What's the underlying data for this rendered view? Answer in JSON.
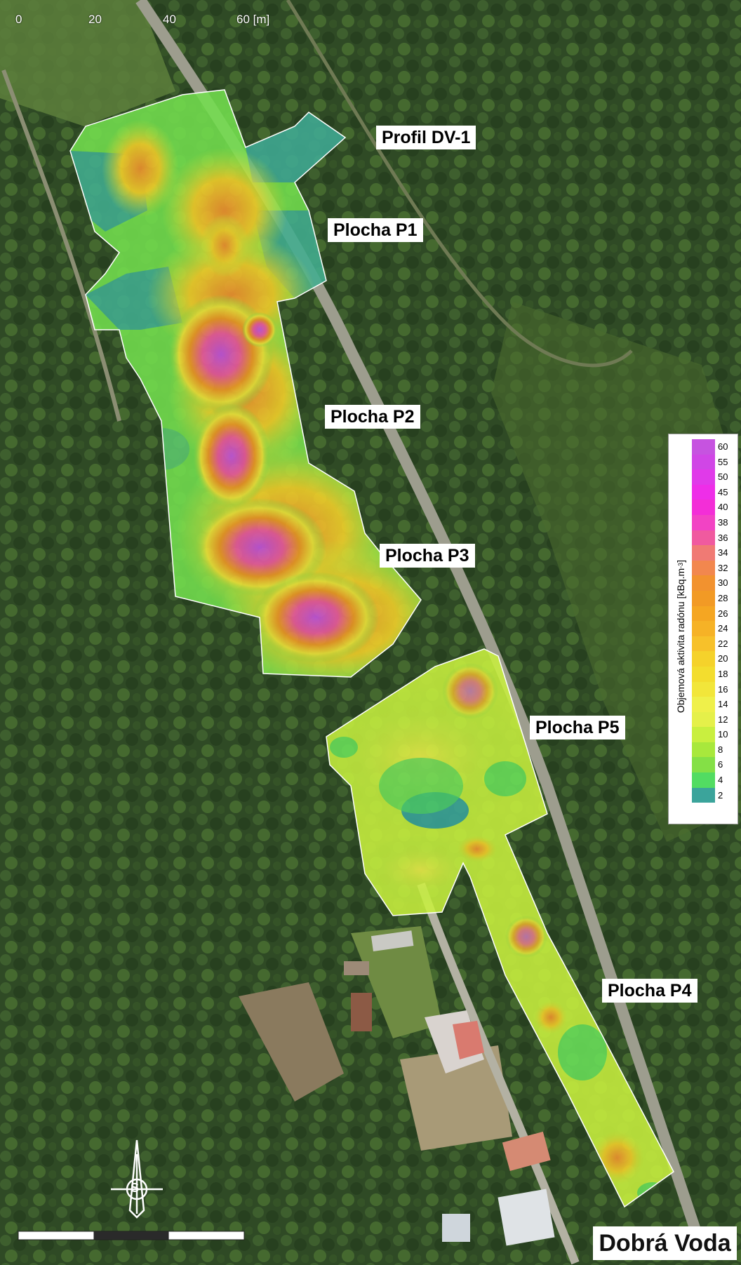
{
  "labels": {
    "profil_dv1": "Profil DV-1",
    "plocha_p1": "Plocha P1",
    "plocha_p2": "Plocha P2",
    "plocha_p3": "Plocha P3",
    "plocha_p5": "Plocha P5",
    "plocha_p4": "Plocha P4"
  },
  "legend": {
    "title": "Objemová aktivita radónu [kBq.m",
    "title_sup": "-3",
    "title_end": "]",
    "ticks": [
      "60",
      "55",
      "50",
      "45",
      "40",
      "38",
      "36",
      "34",
      "32",
      "30",
      "28",
      "26",
      "24",
      "22",
      "20",
      "18",
      "16",
      "14",
      "12",
      "10",
      "8",
      "6",
      "4",
      "2"
    ],
    "colors": [
      "#c653e0",
      "#d046e6",
      "#e03ae9",
      "#ee2ee8",
      "#f32ed7",
      "#f243c4",
      "#f05a9f",
      "#f07a74",
      "#f2874e",
      "#f2922f",
      "#f29a25",
      "#f5a622",
      "#f6b226",
      "#f7c12a",
      "#f5d22b",
      "#f3dd2e",
      "#f2e63a",
      "#eff04a",
      "#e5f04a",
      "#c9ef3f",
      "#a8e83c",
      "#84e046",
      "#52dc62",
      "#3ba49b"
    ]
  },
  "scale": {
    "labels": [
      "0",
      "20",
      "40",
      "60 [m]"
    ]
  },
  "place_name": "Dobrá Voda",
  "north_label": "S",
  "colors": {
    "forest": "#2f4a25",
    "label_bg": "#ffffff"
  }
}
